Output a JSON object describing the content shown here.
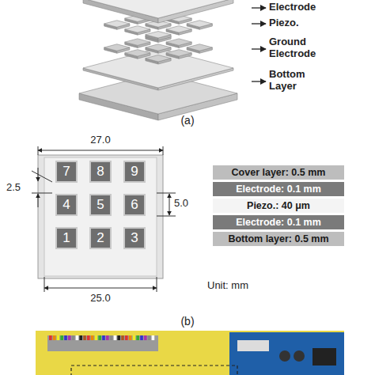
{
  "diagram": {
    "nodes": [
      {
        "text": [
          "7"
        ]
      },
      {
        "text": [
          "8"
        ]
      },
      {
        "text": [
          "9"
        ]
      },
      {
        "text": [
          "4"
        ]
      },
      {
        "text": [
          "5"
        ]
      },
      {
        "text": [
          "6"
        ]
      },
      {
        "text": [
          "1"
        ]
      },
      {
        "text": [
          "2"
        ]
      },
      {
        "text": [
          "3"
        ]
      },
      {
        "text": [
          "Cover layer: 0.5 mm"
        ]
      },
      {
        "text": [
          "Electrode: 0.1 mm"
        ]
      },
      {
        "text": [
          "Piezo.: 40 μm"
        ]
      },
      {
        "text": [
          "Electrode: 0.1 mm"
        ]
      },
      {
        "text": [
          "Bottom layer: 0.5 mm"
        ]
      }
    ],
    "labels": [
      "Electrode",
      "Piezo.",
      "Ground Electrode",
      "Bottom Layer",
      "(a)",
      "27.0",
      "2.5",
      "5.0",
      "25.0",
      "Unit: mm",
      "(b)"
    ]
  }
}
